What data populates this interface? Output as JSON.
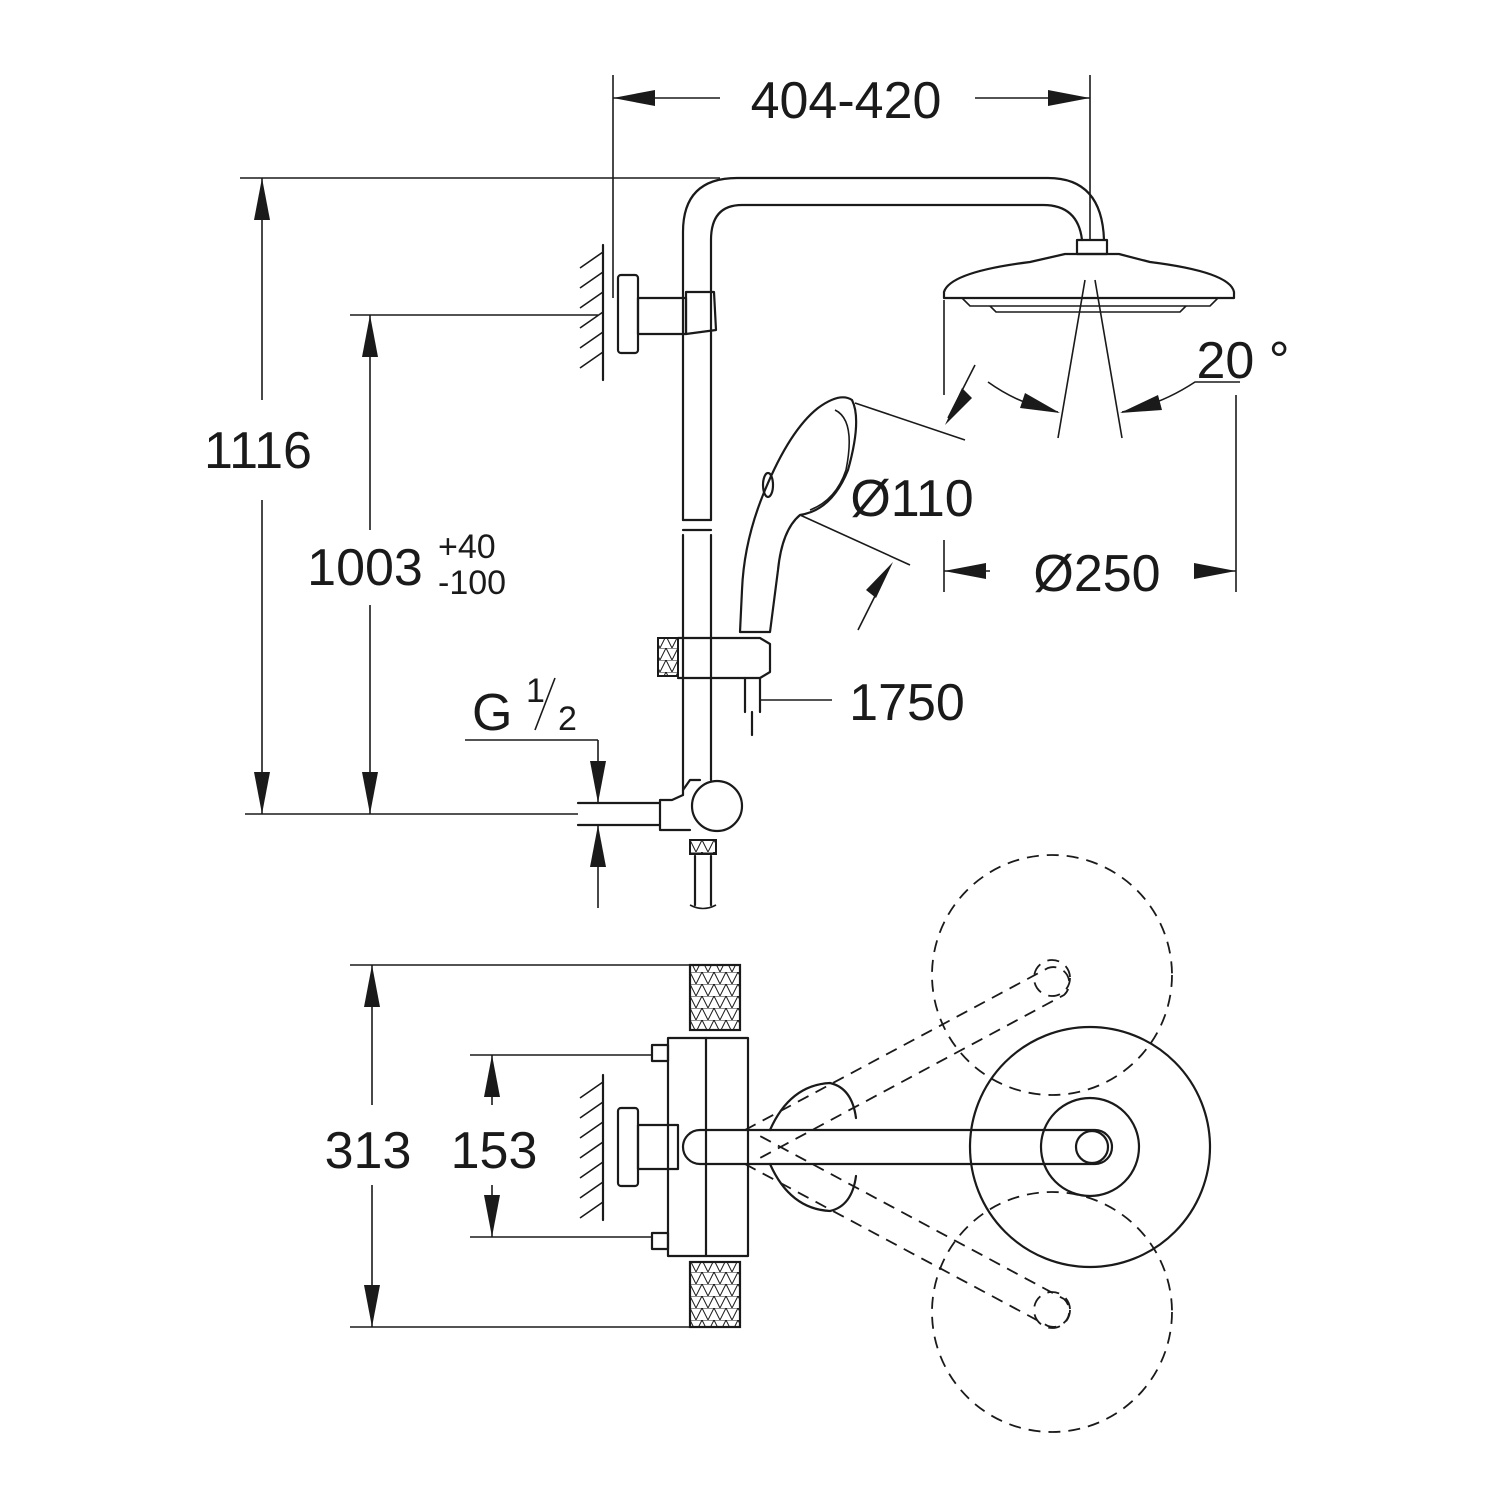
{
  "dimensions": {
    "arm_reach": "404-420",
    "total_height": "1116",
    "height_main": "1003",
    "height_tol_plus": "+40",
    "height_tol_minus": "-100",
    "handshower_diameter": "Ø110",
    "headshower_diameter": "Ø250",
    "tilt_angle": "20 °",
    "hose_length": "1750",
    "connection_thread_g": "G",
    "connection_thread_num": "1",
    "connection_thread_den": "2",
    "plan_depth": "313",
    "plan_inlet_spacing": "153"
  },
  "colors": {
    "line": "#1a1a1a",
    "background": "#ffffff"
  }
}
